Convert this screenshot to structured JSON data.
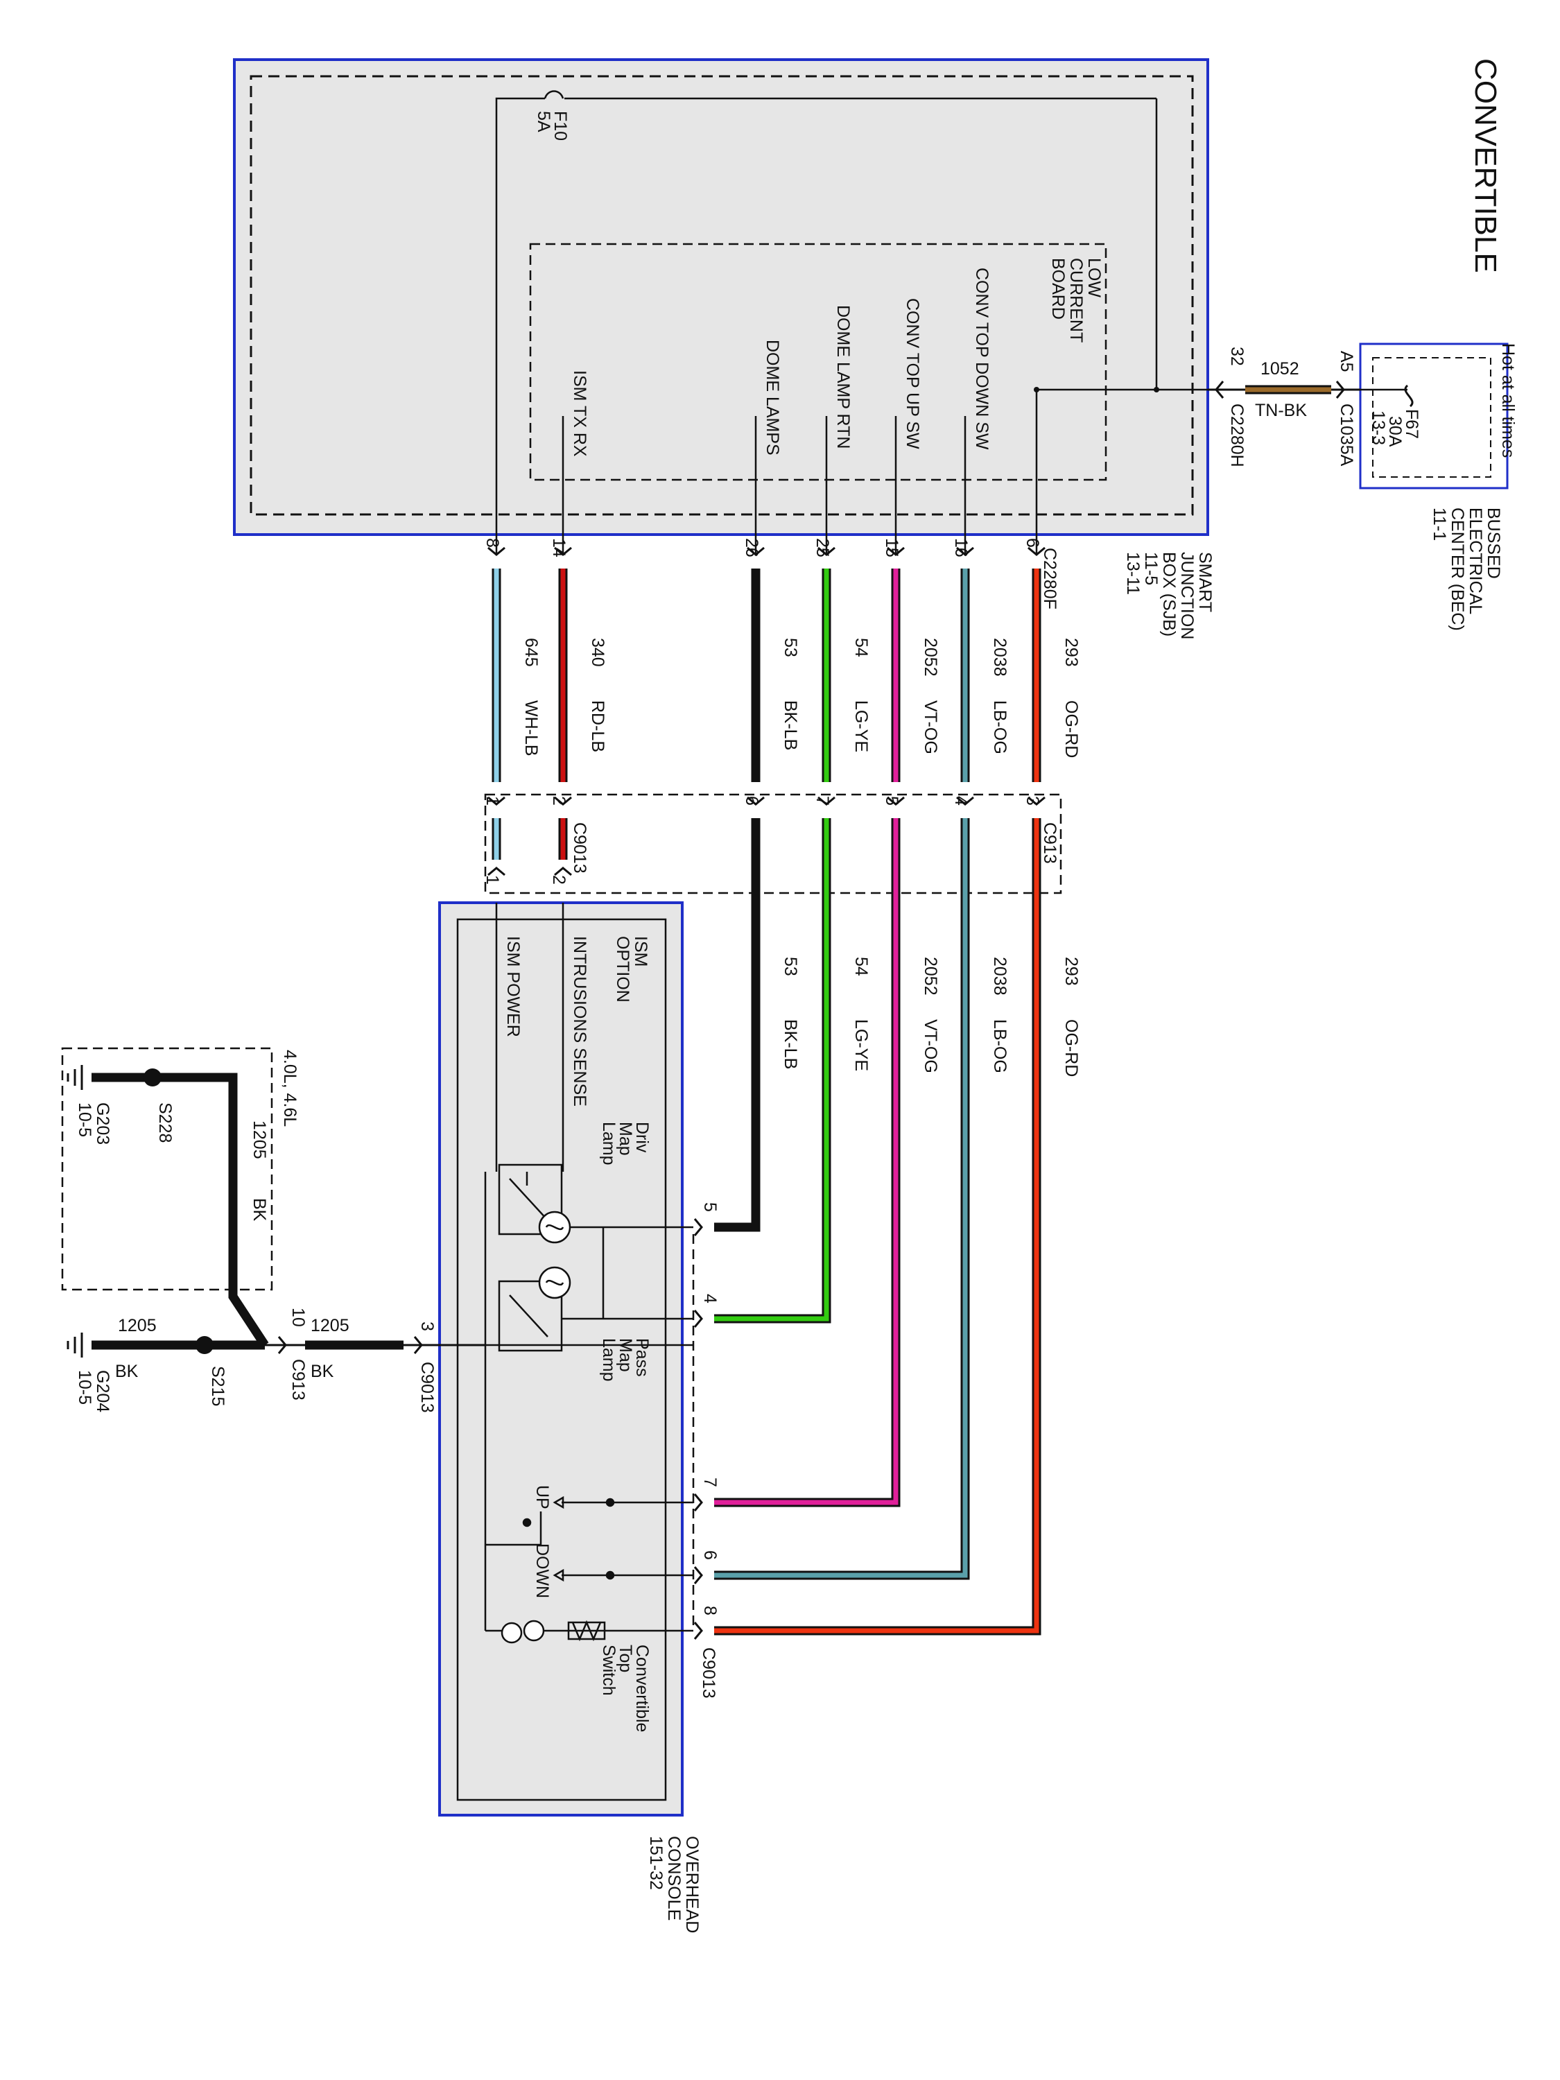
{
  "title": "CONVERTIBLE",
  "colors": {
    "box_blue": "#1f2fc8",
    "panel_gray": "#e6e6e6",
    "wire_OG-RD": "#ee3311",
    "wire_LB-OG": "#5aa0aa",
    "wire_VT-OG": "#e0209a",
    "wire_LG-YE": "#33cc11",
    "wire_BK-LB": "#111111",
    "wire_RD-LB": "#cc1111",
    "wire_WH-LB": "#8fd0e8",
    "wire_TN-BK": "#9b6a2a"
  },
  "bec": {
    "hot_label": "Hot at all times",
    "name_lines": [
      "BUSSED",
      "ELECTRICAL",
      "CENTER (BEC)",
      "11-1"
    ],
    "fuse_lines": [
      "F67",
      "30A",
      "13-3"
    ],
    "pin": "A5",
    "connector": "C1035A"
  },
  "feed_wire": {
    "circuit": "1052",
    "color": "TN-BK"
  },
  "sjb": {
    "name_lines": [
      "SMART",
      "JUNCTION",
      "BOX (SJB)",
      "11-5",
      "13-11"
    ],
    "input_pin": "32",
    "input_connector": "C2280H",
    "output_connector": "C2280F",
    "fuse_lines": [
      "F10",
      "5A"
    ],
    "board_lines": [
      "LOW",
      "CURRENT",
      "BOARD"
    ],
    "signals": [
      {
        "label": "CONV TOP DOWN SW",
        "pin": "16"
      },
      {
        "label": "CONV TOP UP SW",
        "pin": "15"
      },
      {
        "label": "DOME LAMP RTN",
        "pin": "25"
      },
      {
        "label": "DOME LAMPS",
        "pin": "26"
      },
      {
        "label": "ISM TX RX",
        "pin": "14"
      },
      {
        "label": "",
        "pin": "6"
      },
      {
        "label": "",
        "pin": "8"
      }
    ]
  },
  "inline_connector": {
    "c913": "C913",
    "c9013": "C9013"
  },
  "wires": [
    {
      "circuit": "293",
      "color": "OG-RD",
      "sjb_pin": "6",
      "c913_pin": "3",
      "console_pin": "8"
    },
    {
      "circuit": "2038",
      "color": "LB-OG",
      "sjb_pin": "16",
      "c913_pin": "4",
      "console_pin": "6"
    },
    {
      "circuit": "2052",
      "color": "VT-OG",
      "sjb_pin": "15",
      "c913_pin": "5",
      "console_pin": "7"
    },
    {
      "circuit": "54",
      "color": "LG-YE",
      "sjb_pin": "25",
      "c913_pin": "7",
      "console_pin": "4"
    },
    {
      "circuit": "53",
      "color": "BK-LB",
      "sjb_pin": "26",
      "c913_pin": "6",
      "console_pin": "5"
    },
    {
      "circuit": "340",
      "color": "RD-LB",
      "sjb_pin": "14",
      "c913_pin": "2",
      "console_pin": "2"
    },
    {
      "circuit": "645",
      "color": "WH-LB",
      "sjb_pin": "8",
      "c913_pin": "1",
      "console_pin": "1"
    }
  ],
  "console": {
    "name_lines": [
      "OVERHEAD",
      "CONSOLE",
      "151-32"
    ],
    "ism_option_lines": [
      "ISM",
      "OPTION"
    ],
    "intrusion_label": "INTRUSIONS SENSE",
    "ism_power_label": "ISM POWER",
    "driv_lamp_lines": [
      "Driv",
      "Map",
      "Lamp"
    ],
    "pass_lamp_lines": [
      "Pass",
      "Map",
      "Lamp"
    ],
    "up_label": "UP",
    "down_label": "DOWN",
    "switch_lines": [
      "Convertible",
      "Top",
      "Switch"
    ],
    "connector": "C9013",
    "ground_pin": "3"
  },
  "ground": {
    "circuit": "1205",
    "color": "BK",
    "c913_pin": "10",
    "c913_name": "C913",
    "c9013_name": "C9013",
    "option_label": "4.0L, 4.6L",
    "splice_s228": "S228",
    "splice_s215": "S215",
    "g203_lines": [
      "G203",
      "10-5"
    ],
    "g204_lines": [
      "G204",
      "10-5"
    ]
  }
}
